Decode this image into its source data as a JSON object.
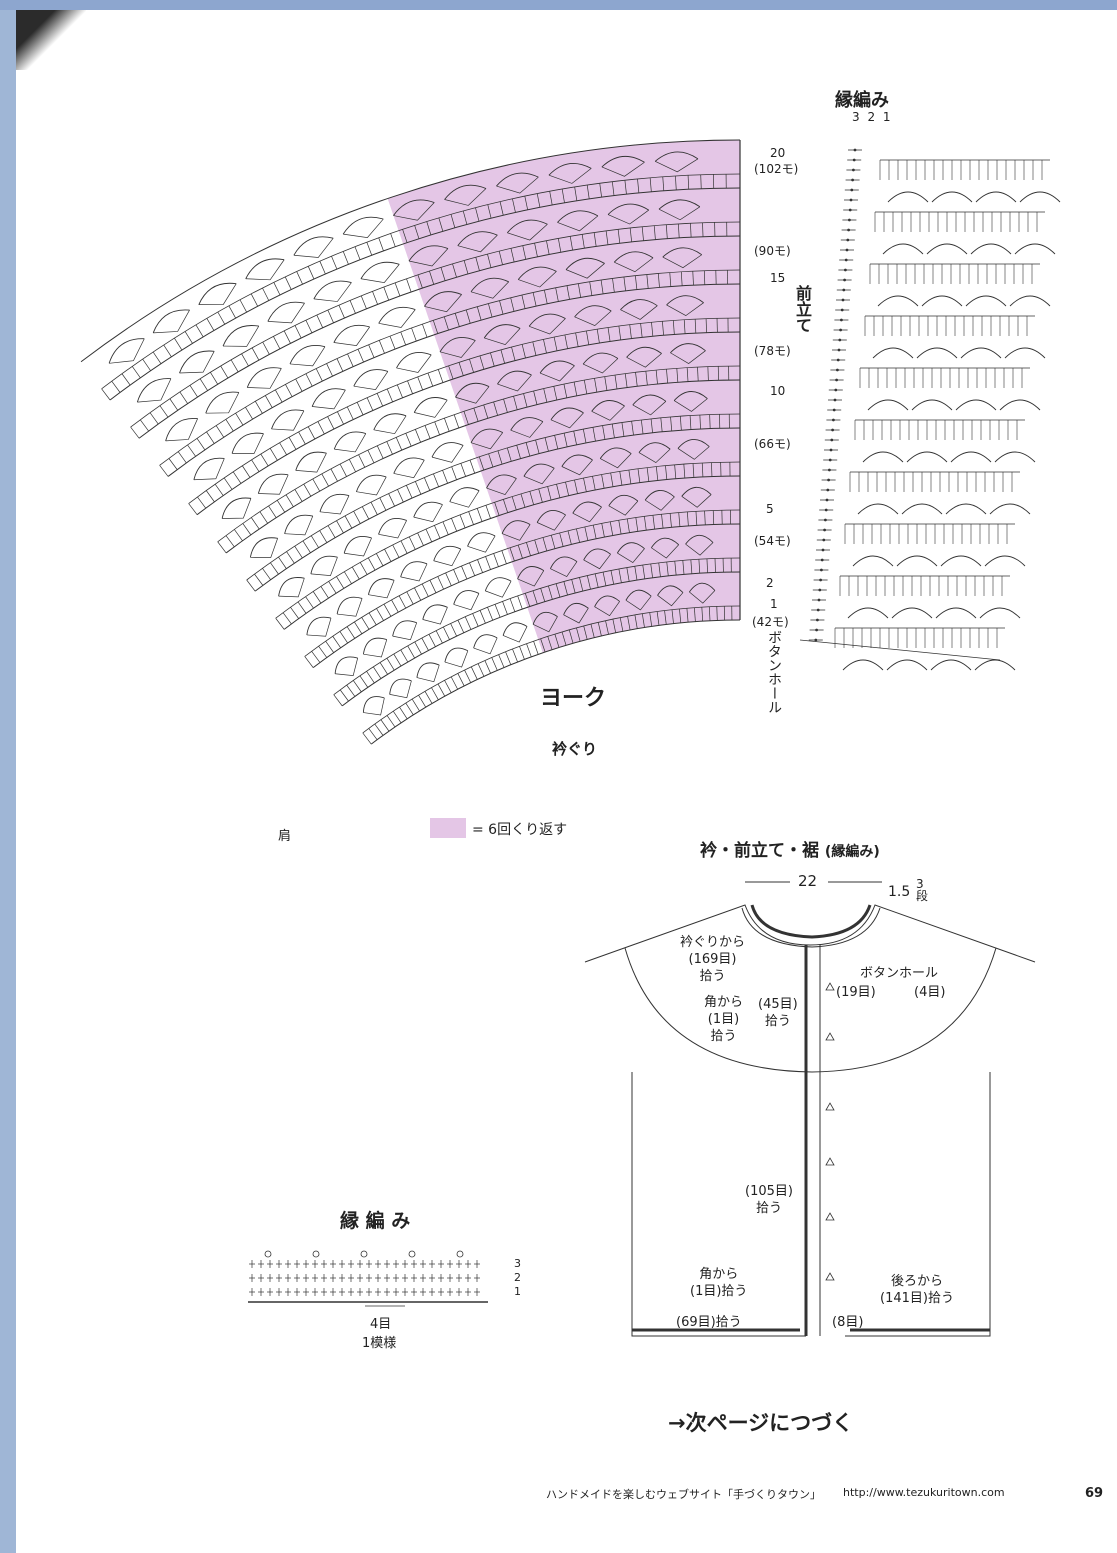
{
  "colors": {
    "shade": "#e4c6e6",
    "ink": "#333333",
    "page": "#ffffff",
    "frame": "#9fb6d6"
  },
  "yoke": {
    "title": "ヨーク",
    "neckline": "衿ぐり",
    "shoulder": "肩",
    "rows": {
      "r20": "20",
      "s102": "(102モ)",
      "s90": "(90モ)",
      "r15": "15",
      "s78": "(78モ)",
      "r10": "10",
      "s66": "(66モ)",
      "r5": "5",
      "s54": "(54モ)",
      "r2": "2",
      "r1": "1",
      "s42": "(42モ)"
    },
    "front_band": "前立て",
    "buttonhole": "ボタンホール",
    "legend": "= 6回くり返す"
  },
  "border_chart": {
    "title": "縁編み",
    "cols": "3 2 1"
  },
  "small_chart": {
    "title": "縁 編 み",
    "rows": [
      "3",
      "2",
      "1"
    ],
    "repeat": "4目",
    "pattern": "1模様"
  },
  "schematic": {
    "title": "衿・前立て・裾",
    "title_paren": "(縁編み)",
    "width": "22",
    "depth": "1.5",
    "depth_rows": "3\n段",
    "neck_pick": "衿ぐりから\n(169目)\n拾う",
    "buttonhole": "ボタンホール",
    "buttonhole_count": "(4目)",
    "band_19": "(19目)",
    "corner_pick": "角から\n(1目)\n拾う",
    "pick_45": "(45目)\n拾う",
    "pick_105": "(105目)\n拾う",
    "bottom_corner": "角から\n(1目)拾う",
    "pick_69": "(69目)拾う",
    "pick_8": "(8目)",
    "back_pick": "後ろから\n(141目)拾う"
  },
  "continue_note": "→次ページにつづく",
  "footer": {
    "site": "ハンドメイドを楽しむウェブサイト「手づくりタウン」",
    "url": "http://www.tezukuritown.com",
    "page": "69"
  }
}
